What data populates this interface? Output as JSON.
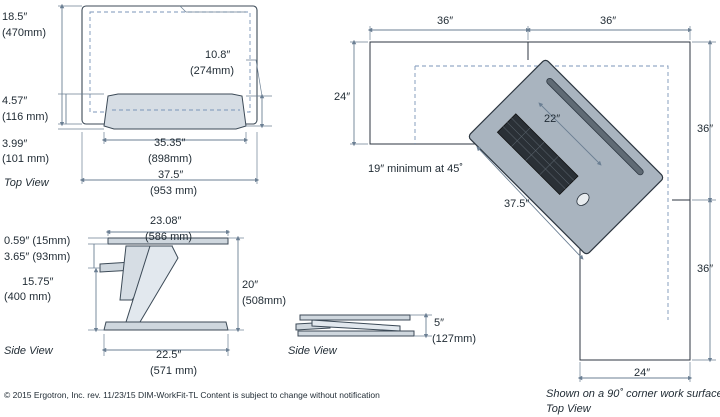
{
  "top_view_left": {
    "dim_depth": "18.5″",
    "dim_depth_mm": "(470mm)",
    "dim_tray": "10.8″",
    "dim_tray_mm": "(274mm)",
    "dim_kb": "4.57″",
    "dim_kb_mm": "(116 mm)",
    "dim_front": "3.99″",
    "dim_front_mm": "(101 mm)",
    "dim_inner": "35.35″",
    "dim_inner_mm": "(898mm)",
    "dim_width": "37.5″",
    "dim_width_mm": "(953 mm)",
    "caption": "Top View"
  },
  "side_view_left": {
    "dim_top": "23.08″",
    "dim_top_mm": "(586 mm)",
    "dim_thick": "0.59″ (15mm)",
    "dim_kb_tray": "3.65″ (93mm)",
    "dim_rise": "15.75″",
    "dim_rise_mm": "(400 mm)",
    "dim_height": "20″",
    "dim_height_mm": "(508mm)",
    "dim_base": "22.5″",
    "dim_base_mm": "(571 mm)",
    "caption": "Side View"
  },
  "side_view_collapsed": {
    "dim_height": "5″",
    "dim_height_mm": "(127mm)",
    "caption": "Side View"
  },
  "corner_view": {
    "dim_top_left": "36″",
    "dim_top_right": "36″",
    "dim_left_depth": "24″",
    "dim_right_upper": "36″",
    "dim_right_lower": "36″",
    "dim_bottom_depth": "24″",
    "dim_diag_short": "22″",
    "dim_diag_long": "37.5″",
    "note_min": "19″ minimum at 45˚",
    "caption_line1": "Shown on a 90˚ corner work surface.",
    "caption_line2": "Top View"
  },
  "footer": {
    "copyright": "© 2015 Ergotron, Inc.   rev. 11/23/15   DIM-WorkFit-TL   Content is subject to change without notification"
  }
}
